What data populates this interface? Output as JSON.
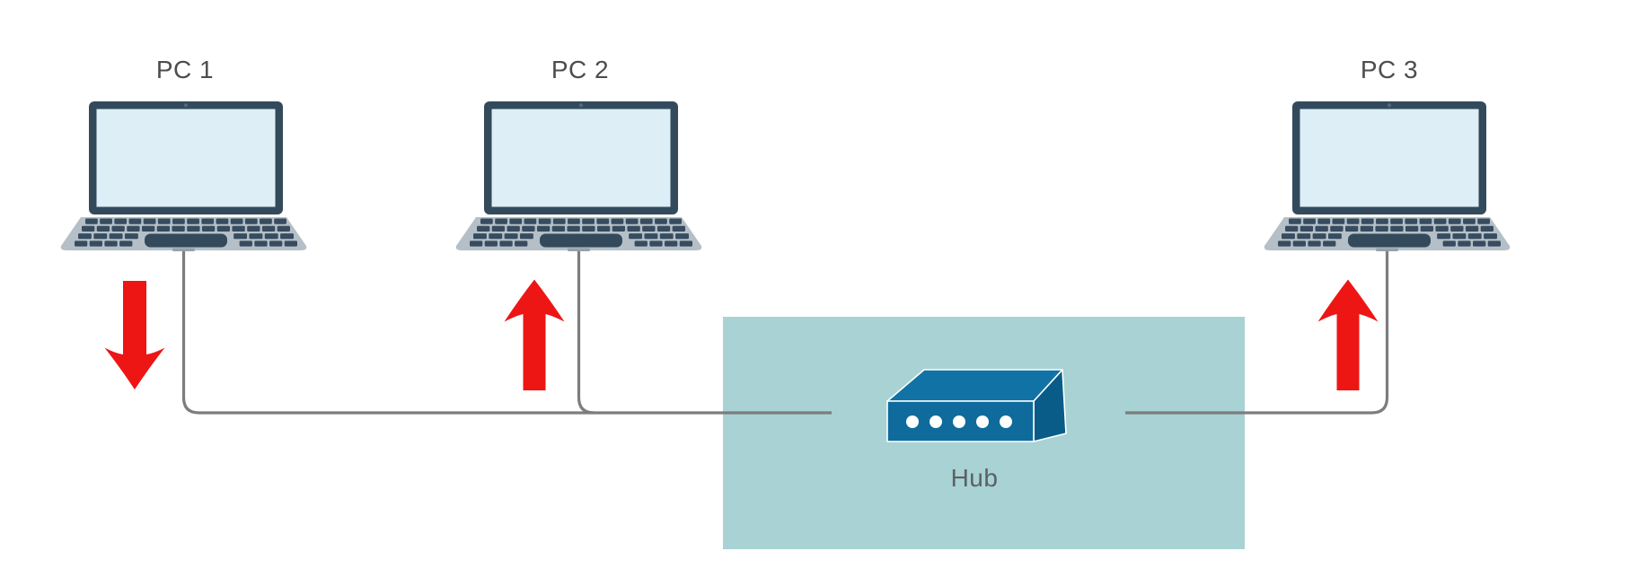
{
  "nodes": {
    "pc1": {
      "label": "PC 1",
      "type": "laptop",
      "arrow_direction": "down"
    },
    "pc2": {
      "label": "PC 2",
      "type": "laptop",
      "arrow_direction": "up"
    },
    "pc3": {
      "label": "PC 3",
      "type": "laptop",
      "arrow_direction": "up"
    },
    "hub": {
      "label": "Hub",
      "type": "hub",
      "ports_shown": 5
    }
  },
  "connections": [
    {
      "from": "pc1",
      "to": "hub"
    },
    {
      "from": "pc2",
      "to": "hub"
    },
    {
      "from": "pc3",
      "to": "hub"
    }
  ],
  "colors": {
    "background": "#ffffff",
    "hub_zone": "#a8d2d4",
    "hub_top": "#1173a5",
    "hub_front": "#0e6b9b",
    "hub_side": "#0a5c88",
    "hub_port_dot": "#ffffff",
    "cable": "#7d7d7d",
    "arrow": "#ee1515",
    "pc_label_text": "#4d4d4d",
    "hub_label_text": "#5c6063",
    "laptop_body": "#334a5c",
    "laptop_screen": "#ddeef6",
    "laptop_base": "#b5bfc7"
  }
}
